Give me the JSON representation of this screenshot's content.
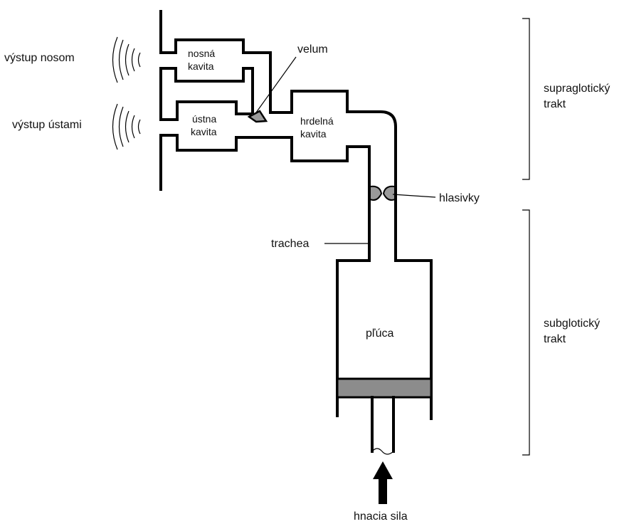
{
  "labels": {
    "nasal_output": "výstup nosom",
    "oral_output": "výstup ústami",
    "nasal_cavity_1": "nosná",
    "nasal_cavity_2": "kavita",
    "oral_cavity_1": "ústna",
    "oral_cavity_2": "kavita",
    "pharynx_1": "hrdelná",
    "pharynx_2": "kavita",
    "velum": "velum",
    "vocal_folds": "hlasivky",
    "trachea": "trachea",
    "lungs": "pľúca",
    "driving_force": "hnacia sila",
    "supraglottal_1": "supraglotický",
    "supraglottal_2": "trakt",
    "subglottal_1": "subglotický",
    "subglottal_2": "trakt"
  },
  "colors": {
    "line": "#000000",
    "piston": "#8c8c8c",
    "vocal_fold_fill": "#9a9a9a",
    "background": "#ffffff"
  }
}
